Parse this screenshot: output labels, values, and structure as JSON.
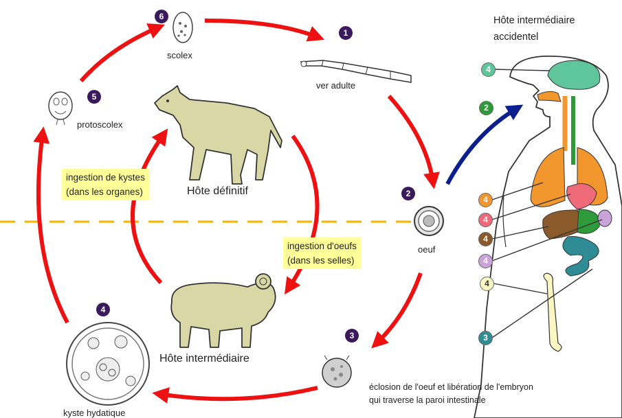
{
  "colors": {
    "cycle_arrow": "#ee1111",
    "blue_arrow": "#0b1f8f",
    "dashed_line": "#f5b400",
    "note_bg": "#ffff99",
    "step_badge": "#3a1a5c",
    "animal_fill": "#d9d7a6",
    "brain": "#5fc59a",
    "lungs": "#f2962e",
    "heart": "#ef6b7a",
    "liver": "#8a5a2b",
    "spleen": "#c9a3d9",
    "intestine": "#2f8c95",
    "bone": "#fbf6c2"
  },
  "cycle": {
    "scolex": {
      "step": "6",
      "label": "scolex"
    },
    "adult_worm": {
      "step": "1",
      "label": "ver adulte"
    },
    "egg": {
      "step": "2",
      "label": "oeuf"
    },
    "hatching": {
      "step": "3",
      "label": "éclosion de l'oeuf et libération de l'embryon",
      "label2": "qui traverse la paroi intestinale"
    },
    "hydatid_cyst": {
      "step": "4",
      "label": "kyste hydatique"
    },
    "protoscolex": {
      "step": "5",
      "label": "protoscolex"
    }
  },
  "hosts": {
    "definitive": "Hôte définitif",
    "intermediate": "Hôte intermédiaire",
    "accidental_line1": "Hôte intermédiaire",
    "accidental_line2": "accidentel"
  },
  "notes": {
    "cyst_ingestion_line1": "ingestion de kystes",
    "cyst_ingestion_line2": "(dans les organes)",
    "egg_ingestion_line1": "ingestion d'oeufs",
    "egg_ingestion_line2": "(dans les selles)"
  },
  "human_markers": [
    {
      "step": "4",
      "organ": "brain",
      "color": "#5fc59a"
    },
    {
      "step": "2",
      "organ": "entry",
      "color": "#2e9a3a"
    },
    {
      "step": "4",
      "organ": "lungs",
      "color": "#f2962e"
    },
    {
      "step": "4",
      "organ": "heart",
      "color": "#ef6b7a"
    },
    {
      "step": "4",
      "organ": "liver",
      "color": "#8a5a2b"
    },
    {
      "step": "4",
      "organ": "spleen",
      "color": "#c9a3d9"
    },
    {
      "step": "4",
      "organ": "bone",
      "color": "#fbf6c2"
    },
    {
      "step": "3",
      "organ": "intestine",
      "color": "#2f8c95"
    }
  ]
}
